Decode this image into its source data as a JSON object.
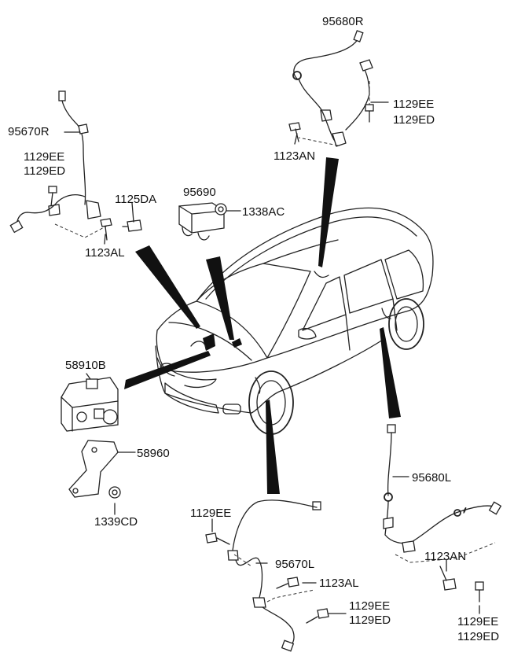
{
  "labels": {
    "p95680R": "95680R",
    "p1129EE_r": "1129EE",
    "p1129ED_r": "1129ED",
    "p1123AN_r": "1123AN",
    "p95670R": "95670R",
    "p1129EE_l": "1129EE",
    "p1129ED_l": "1129ED",
    "p1125DA": "1125DA",
    "p1123AL_l": "1123AL",
    "p95690": "95690",
    "p1338AC": "1338AC",
    "p58910B": "58910B",
    "p58960": "58960",
    "p1339CD": "1339CD",
    "p95680L": "95680L",
    "p1123AN_b": "1123AN",
    "p1129EE_br": "1129EE",
    "p1129ED_br": "1129ED",
    "p1129EE_bl": "1129EE",
    "p95670L": "95670L",
    "p1123AL_b": "1123AL",
    "p1129EE_bm": "1129EE",
    "p1129ED_bm": "1129ED"
  }
}
